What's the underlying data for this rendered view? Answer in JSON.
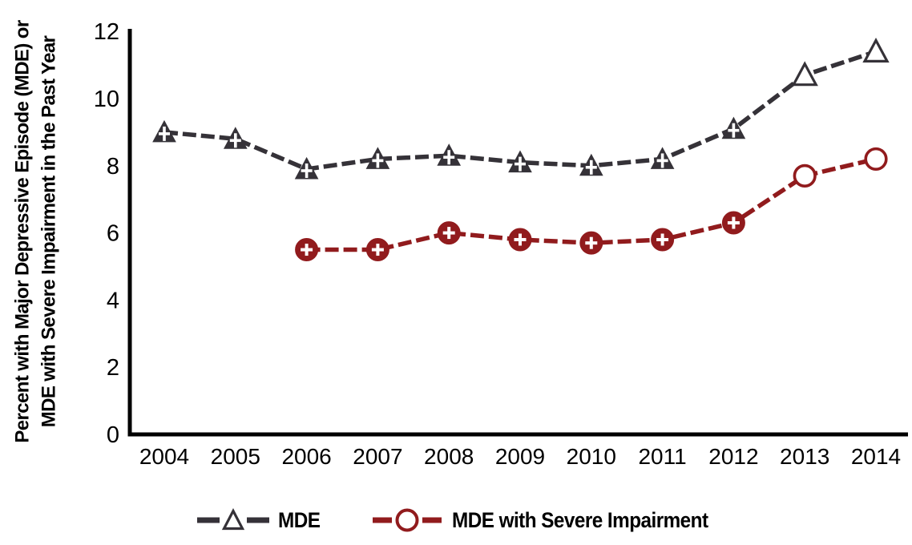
{
  "chart_data": {
    "type": "line",
    "title": "",
    "xlabel": "",
    "ylabel": "Percent with Major Depressive Episode (MDE) or MDE with Severe Impairment in the Past Year",
    "ylabel_line1": "Percent with Major Depressive Episode (MDE) or",
    "ylabel_line2": "MDE with Severe Impairment in the Past Year",
    "x": [
      2004,
      2005,
      2006,
      2007,
      2008,
      2009,
      2010,
      2011,
      2012,
      2013,
      2014
    ],
    "ylim": [
      0,
      12
    ],
    "yticks": [
      0,
      2,
      4,
      6,
      8,
      10,
      12
    ],
    "grid": false,
    "line_style": "dashed",
    "legend_position": "bottom",
    "open_marker_years": [
      2013,
      2014
    ],
    "marker_note": "2004-2012 markers are filled with a white plus sign; 2013 and 2014 markers are open (unfilled)",
    "axis_color": "#000000",
    "series": [
      {
        "id": "mde",
        "name": "MDE",
        "color": "#353238",
        "marker": "triangle",
        "values": [
          9.0,
          8.8,
          7.9,
          8.2,
          8.3,
          8.1,
          8.0,
          8.2,
          9.1,
          10.7,
          11.4
        ]
      },
      {
        "id": "mde-severe",
        "name": "MDE with Severe Impairment",
        "color": "#911B1D",
        "marker": "circle",
        "values": [
          null,
          null,
          5.5,
          5.5,
          6.0,
          5.8,
          5.7,
          5.8,
          6.3,
          7.7,
          8.2
        ]
      }
    ]
  }
}
